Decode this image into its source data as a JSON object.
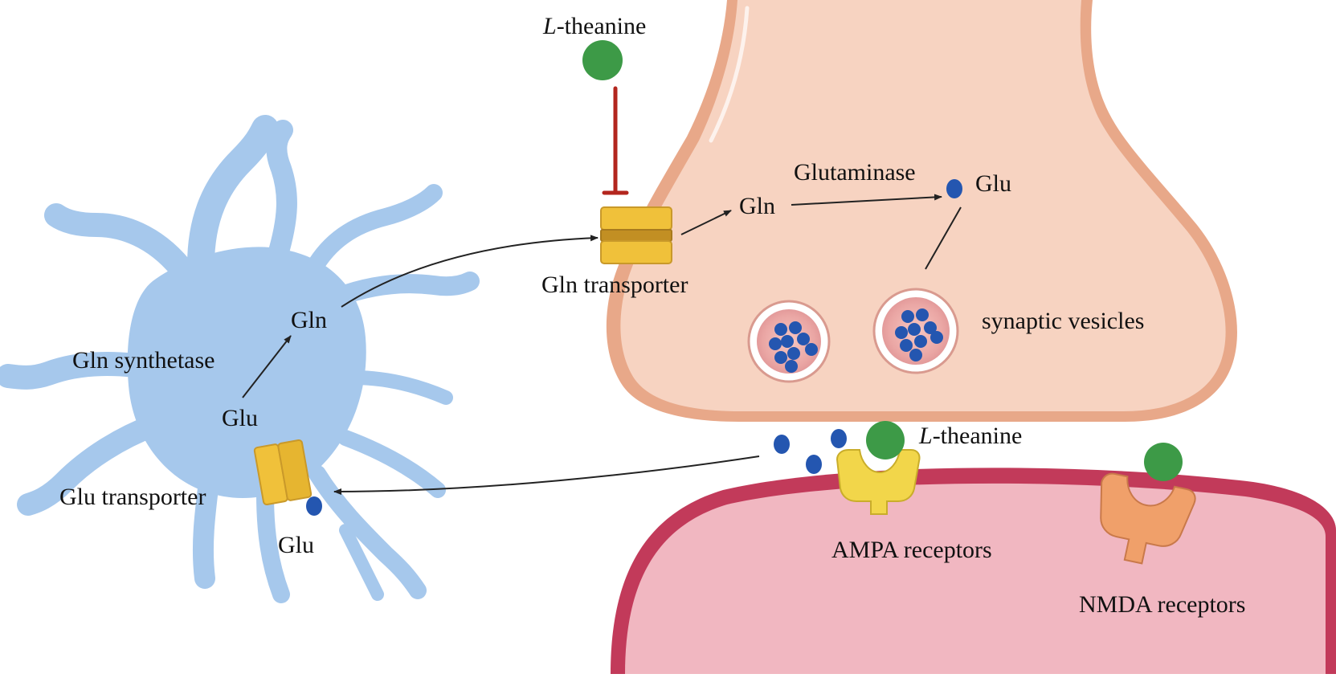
{
  "colors": {
    "astrocyte": "#a6c8ec",
    "presynaptic": "#f7d3c1",
    "presynaptic_edge": "#e8a889",
    "postsynaptic_edge": "#c23a5a",
    "postsynaptic_fill": "#f1b7c1",
    "theanine": "#3d9a47",
    "glutamate": "#2456b0",
    "transporter": "#f0c13a",
    "inhibition": "#b3261e",
    "ampa": "#f2d64a",
    "nmda": "#f0a06a"
  },
  "labels": {
    "theanine_top_prefix": "L",
    "theanine_top_suffix": "-theanine",
    "glutaminase": "Glutaminase",
    "gln_presyn": "Gln",
    "glu_presyn": "Glu",
    "gln_transporter": "Gln transporter",
    "synaptic_vesicles": "synaptic vesicles",
    "gln_astro": "Gln",
    "gln_synthetase": "Gln synthetase",
    "glu_astro": "Glu",
    "glu_transporter": "Glu transporter",
    "glu_bottom": "Glu",
    "theanine_cleft_prefix": "L",
    "theanine_cleft_suffix": "-theanine",
    "ampa_receptors": "AMPA receptors",
    "nmda_receptors": "NMDA receptors"
  }
}
